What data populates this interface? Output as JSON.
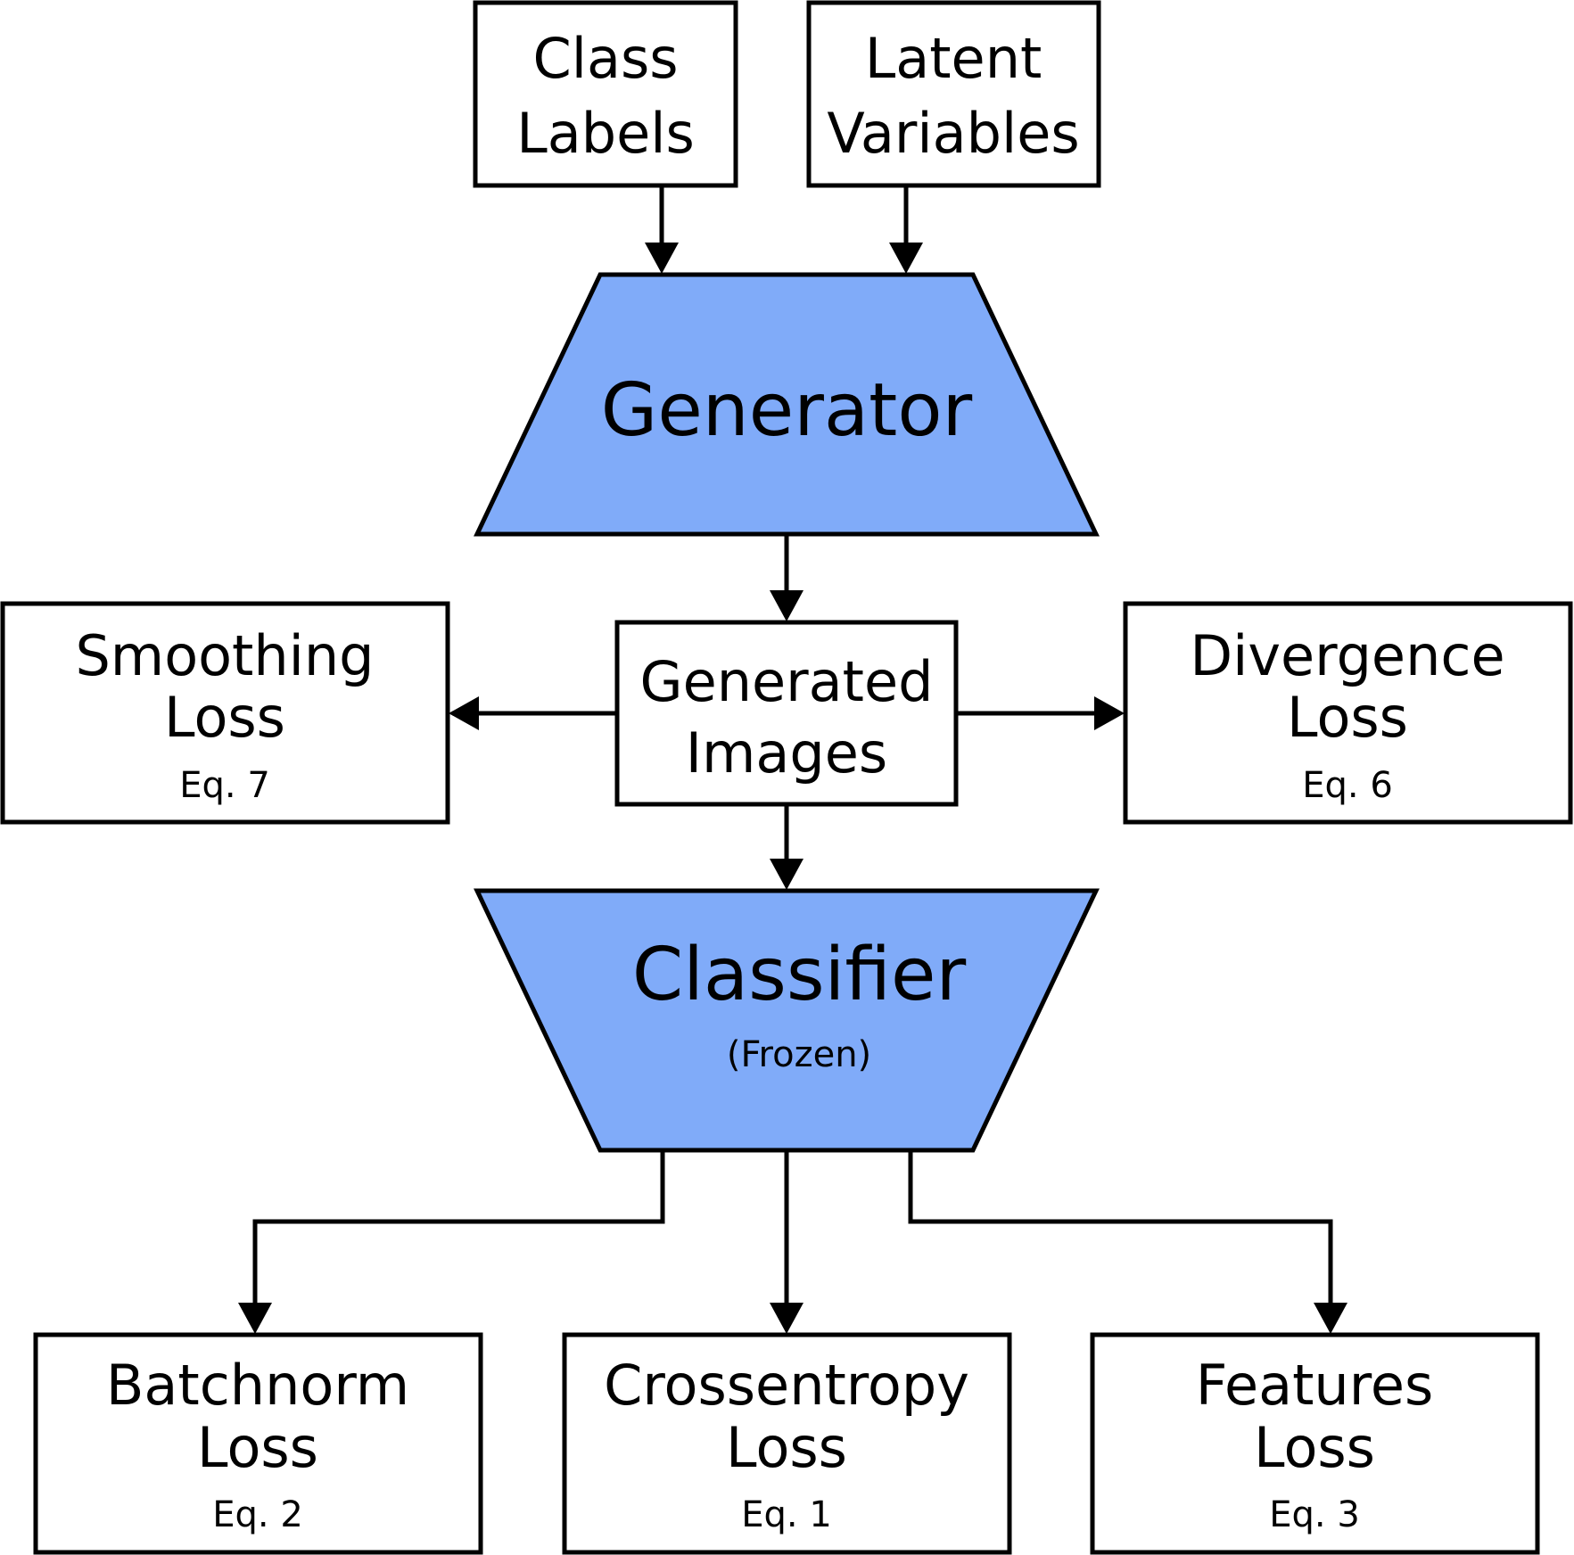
{
  "nodes": {
    "class_labels": {
      "line1": "Class",
      "line2": "Labels"
    },
    "latent_vars": {
      "line1": "Latent",
      "line2": "Variables"
    },
    "generator": {
      "label": "Generator",
      "fill": "#80abf9"
    },
    "generated": {
      "line1": "Generated",
      "line2": "Images"
    },
    "smoothing": {
      "line1": "Smoothing",
      "line2": "Loss",
      "eq": "Eq. 7"
    },
    "divergence": {
      "line1": "Divergence",
      "line2": "Loss",
      "eq": "Eq. 6"
    },
    "classifier": {
      "label": "Classifier",
      "sub": "(Frozen)",
      "fill": "#80abf9"
    },
    "batchnorm": {
      "line1": "Batchnorm",
      "line2": "Loss",
      "eq": "Eq. 2"
    },
    "crossentropy": {
      "line1": "Crossentropy",
      "line2": "Loss",
      "eq": "Eq. 1"
    },
    "features": {
      "line1": "Features",
      "line2": "Loss",
      "eq": "Eq. 3"
    }
  },
  "edges": [
    {
      "from": "class_labels",
      "to": "generator"
    },
    {
      "from": "latent_vars",
      "to": "generator"
    },
    {
      "from": "generator",
      "to": "generated"
    },
    {
      "from": "generated",
      "to": "smoothing"
    },
    {
      "from": "generated",
      "to": "divergence"
    },
    {
      "from": "generated",
      "to": "classifier"
    },
    {
      "from": "classifier",
      "to": "batchnorm"
    },
    {
      "from": "classifier",
      "to": "crossentropy"
    },
    {
      "from": "classifier",
      "to": "features"
    }
  ]
}
